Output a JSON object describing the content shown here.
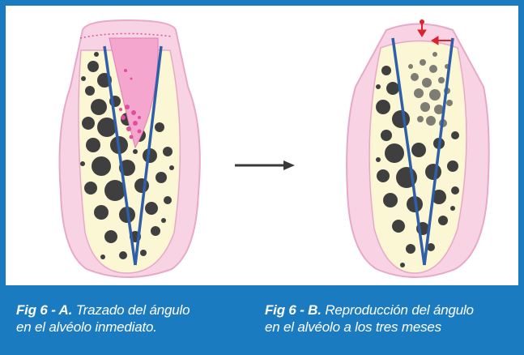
{
  "figure": {
    "caption_a": {
      "label": "Fig 6 - A.",
      "line1": "Trazado del ángulo",
      "line2": "en el alvéolo inmediato."
    },
    "caption_b": {
      "label": "Fig 6 - B.",
      "line1": "Reproducción del ángulo",
      "line2": "en el alvéolo a los tres meses"
    },
    "colors": {
      "frame": "#1b7bc1",
      "gum": "#f7d3e4",
      "gum_outline": "#e8a8c8",
      "bone": "#fbf6d4",
      "trabecula": "#3f3f3f",
      "socket_fill": "#f4a6cf",
      "new_bone": "#7d7d74",
      "angle_line": "#2f5fa8",
      "arrow": "#d9232d",
      "transition_arrow": "#3a3a3a"
    }
  }
}
